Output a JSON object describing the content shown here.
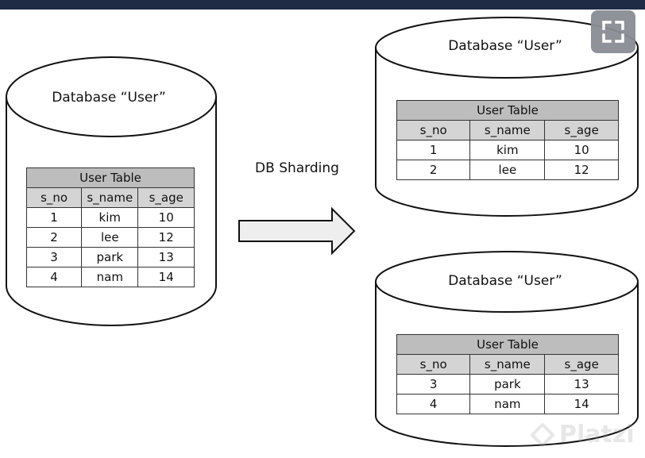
{
  "source_db": {
    "title": "Database “User”",
    "table": {
      "caption": "User Table",
      "columns": [
        "s_no",
        "s_name",
        "s_age"
      ],
      "rows": [
        [
          "1",
          "kim",
          "10"
        ],
        [
          "2",
          "lee",
          "12"
        ],
        [
          "3",
          "park",
          "13"
        ],
        [
          "4",
          "nam",
          "14"
        ]
      ]
    }
  },
  "arrow_label": "DB Sharding",
  "shard_1": {
    "title": "Database “User”",
    "table": {
      "caption": "User Table",
      "columns": [
        "s_no",
        "s_name",
        "s_age"
      ],
      "rows": [
        [
          "1",
          "kim",
          "10"
        ],
        [
          "2",
          "lee",
          "12"
        ]
      ]
    }
  },
  "shard_2": {
    "title": "Database “User”",
    "table": {
      "caption": "User Table",
      "columns": [
        "s_no",
        "s_name",
        "s_age"
      ],
      "rows": [
        [
          "3",
          "park",
          "13"
        ],
        [
          "4",
          "nam",
          "14"
        ]
      ]
    }
  },
  "expand_button_icon": "expand-icon",
  "watermark": "Platzi"
}
